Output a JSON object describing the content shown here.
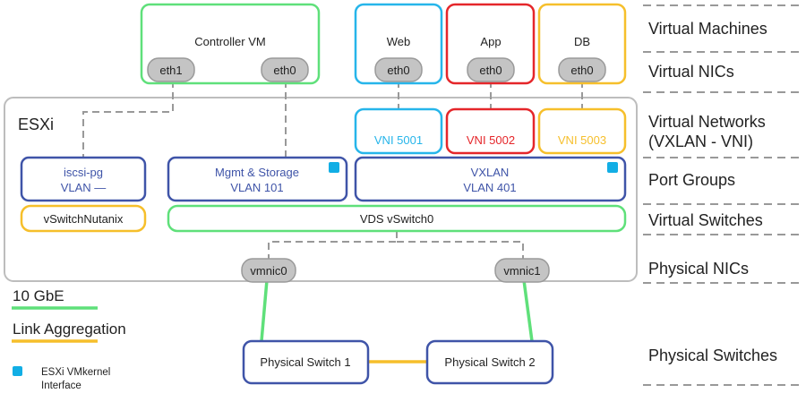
{
  "colors": {
    "green": "#5fe07a",
    "blue_vm": "#26b5ea",
    "red": "#e5262a",
    "yellow": "#f6bf2b",
    "navy": "#3f54a8",
    "gray_fill": "#c4c4c4",
    "gray_line": "#999999",
    "vmkernel": "#12aee5"
  },
  "vms": {
    "controller": "Controller VM",
    "web": "Web",
    "app": "App",
    "db": "DB"
  },
  "nics": {
    "ctrl_eth1": "eth1",
    "ctrl_eth0": "eth0",
    "web_eth0": "eth0",
    "app_eth0": "eth0",
    "db_eth0": "eth0"
  },
  "host": {
    "label": "ESXi"
  },
  "vni": {
    "web": "VNI 5001",
    "app": "VNI 5002",
    "db": "VNI 5003"
  },
  "portgroups": {
    "iscsi_name": "iscsi-pg",
    "iscsi_vlan": "VLAN —",
    "mgmt_name": "Mgmt & Storage",
    "mgmt_vlan": "VLAN 101",
    "vxlan_name": "VXLAN",
    "vxlan_vlan": "VLAN 401"
  },
  "vswitches": {
    "nutanix": "vSwitchNutanix",
    "vds": "VDS vSwitch0"
  },
  "vmnics": {
    "vmnic0": "vmnic0",
    "vmnic1": "vmnic1"
  },
  "physical_switches": {
    "ps1": "Physical Switch 1",
    "ps2": "Physical Switch 2"
  },
  "layers": {
    "virtual_machines": "Virtual Machines",
    "virtual_nics": "Virtual NICs",
    "virtual_networks_line1": "Virtual Networks",
    "virtual_networks_line2": "(VXLAN - VNI)",
    "port_groups": "Port Groups",
    "virtual_switches": "Virtual Switches",
    "physical_nics": "Physical NICs",
    "physical_switches": "Physical Switches"
  },
  "legend": {
    "ten_gbe": "10 GbE",
    "link_aggregation": "Link Aggregation",
    "vmkernel_line1": "ESXi VMkernel",
    "vmkernel_line2": "Interface"
  }
}
